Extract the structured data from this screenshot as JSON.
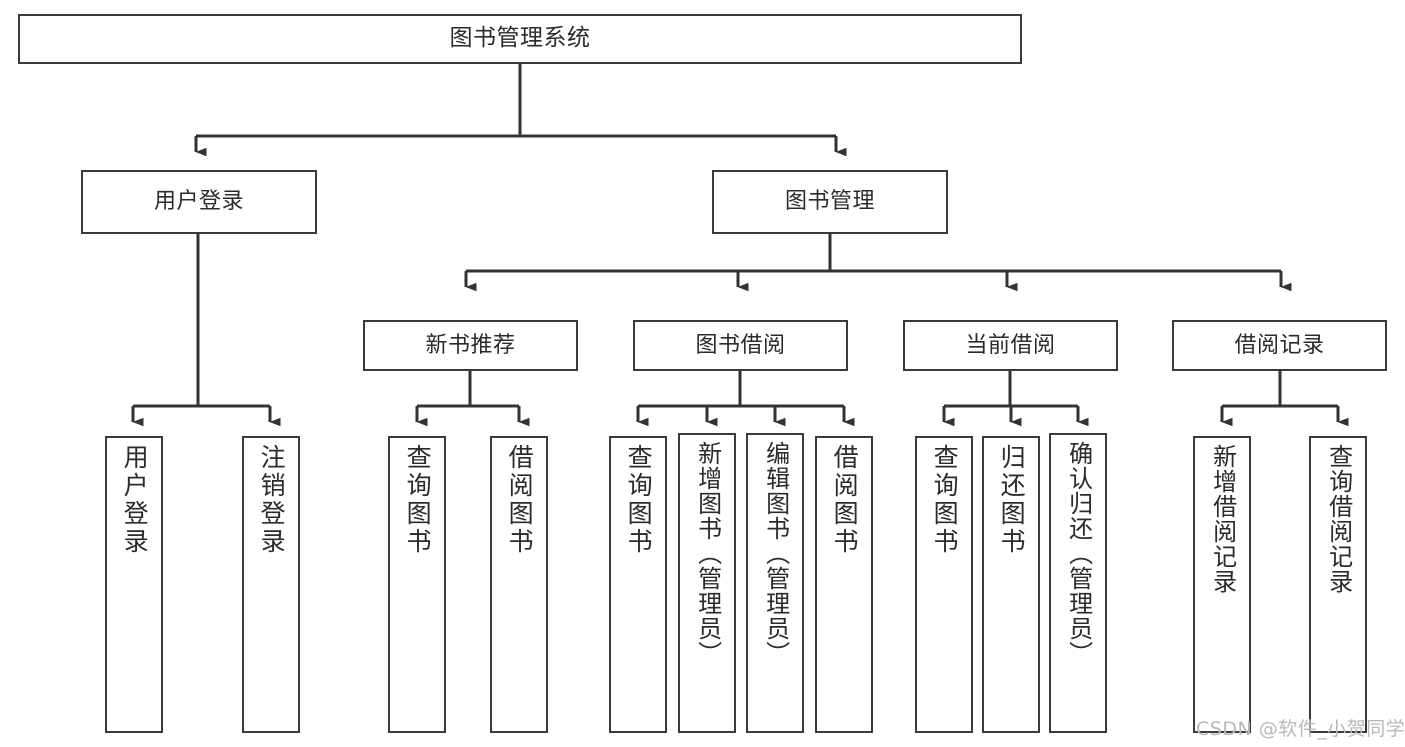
{
  "diagram": {
    "title": "图书管理系统",
    "type": "function-structure-tree",
    "orientation": "top-down",
    "colors": {
      "box_border": "#3a3a3a",
      "box_fill": "#ffffff",
      "connector": "#333333",
      "text": "#2b2b2b",
      "watermark": "#b9b9b9",
      "background": "#ffffff"
    },
    "watermark": "CSDN @软件_小贺同学",
    "levels": [
      {
        "level": 1,
        "nodes": [
          {
            "id": "root",
            "label": "图书管理系统",
            "text_direction": "horizontal"
          }
        ]
      },
      {
        "level": 2,
        "nodes": [
          {
            "id": "login",
            "label": "用户登录",
            "text_direction": "horizontal",
            "parent": "root"
          },
          {
            "id": "bookmgmt",
            "label": "图书管理",
            "text_direction": "horizontal",
            "parent": "root"
          }
        ]
      },
      {
        "level": 3,
        "nodes": [
          {
            "id": "newbook",
            "label": "新书推荐",
            "text_direction": "horizontal",
            "parent": "bookmgmt"
          },
          {
            "id": "borrow",
            "label": "图书借阅",
            "text_direction": "horizontal",
            "parent": "bookmgmt"
          },
          {
            "id": "current",
            "label": "当前借阅",
            "text_direction": "horizontal",
            "parent": "bookmgmt"
          },
          {
            "id": "records",
            "label": "借阅记录",
            "text_direction": "horizontal",
            "parent": "bookmgmt"
          }
        ]
      },
      {
        "level": 4,
        "nodes": [
          {
            "id": "leaf-user-login",
            "label": "用户登录",
            "text_direction": "vertical",
            "parent": "login"
          },
          {
            "id": "leaf-user-logout",
            "label": "注销登录",
            "text_direction": "vertical",
            "parent": "login"
          },
          {
            "id": "leaf-query-book-1",
            "label": "查询图书",
            "text_direction": "vertical",
            "parent": "newbook"
          },
          {
            "id": "leaf-borrow-book-1",
            "label": "借阅图书",
            "text_direction": "vertical",
            "parent": "newbook"
          },
          {
            "id": "leaf-query-book-2",
            "label": "查询图书",
            "text_direction": "vertical",
            "parent": "borrow"
          },
          {
            "id": "leaf-add-book",
            "label": "新增图书（管理员）",
            "text_direction": "vertical",
            "parent": "borrow"
          },
          {
            "id": "leaf-edit-book",
            "label": "编辑图书（管理员）",
            "text_direction": "vertical",
            "parent": "borrow"
          },
          {
            "id": "leaf-borrow-book-2",
            "label": "借阅图书",
            "text_direction": "vertical",
            "parent": "borrow"
          },
          {
            "id": "leaf-query-book-3",
            "label": "查询图书",
            "text_direction": "vertical",
            "parent": "current"
          },
          {
            "id": "leaf-return-book",
            "label": "归还图书",
            "text_direction": "vertical",
            "parent": "current"
          },
          {
            "id": "leaf-confirm-return",
            "label": "确认归还（管理员）",
            "text_direction": "vertical",
            "parent": "current"
          },
          {
            "id": "leaf-add-record",
            "label": "新增借阅记录",
            "text_direction": "vertical",
            "parent": "records"
          },
          {
            "id": "leaf-query-record",
            "label": "查询借阅记录",
            "text_direction": "vertical",
            "parent": "records"
          }
        ]
      }
    ]
  }
}
